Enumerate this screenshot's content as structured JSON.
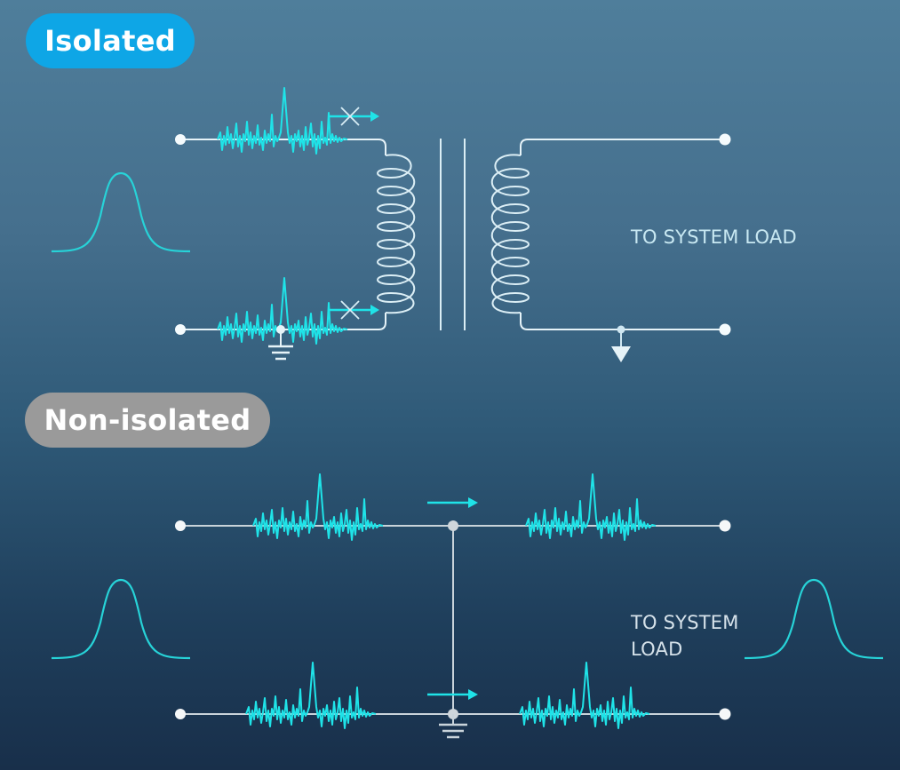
{
  "isolated": {
    "title": "Isolated",
    "load_label": "TO SYSTEM LOAD",
    "colors": {
      "pill": "#0ea6e6",
      "wire": "#e6f3f8",
      "signal": "#1fe3e8",
      "coil": "#dbeef5"
    }
  },
  "non_isolated": {
    "title": "Non-isolated",
    "load_label_line1": "TO SYSTEM",
    "load_label_line2": "LOAD",
    "colors": {
      "pill": "#9a9a9a",
      "wire": "#c9d3da",
      "signal": "#1fe3e8"
    }
  },
  "icons": [
    "gaussian-pulse-icon",
    "noise-spike-icon",
    "blocked-arrow-icon",
    "ground-icon",
    "transformer-coil-icon",
    "flow-arrow-icon",
    "terminal-node-icon"
  ]
}
